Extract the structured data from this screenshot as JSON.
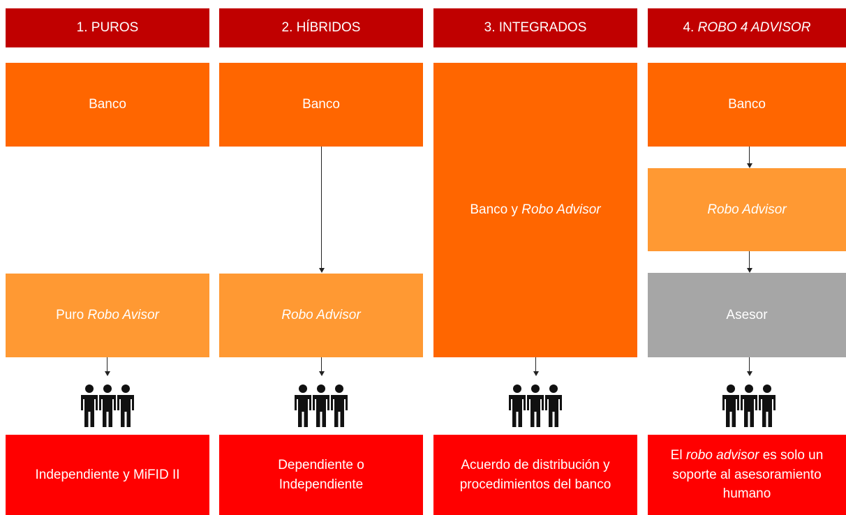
{
  "columns": [
    {
      "header": "1. PUROS",
      "header_italic": "",
      "top": "Banco",
      "middle_prefix": "Puro ",
      "middle_italic": "Robo Avisor",
      "footer_lines": [
        "Independiente y MiFID II"
      ]
    },
    {
      "header": "2. HÍBRIDOS",
      "header_italic": "",
      "top": "Banco",
      "middle_prefix": "",
      "middle_italic": "Robo Advisor",
      "footer_lines": [
        "Dependiente o",
        "Independiente"
      ]
    },
    {
      "header": "3. INTEGRADOS",
      "header_italic": "",
      "big_prefix": "Banco y ",
      "big_italic": "Robo Advisor",
      "footer_lines": [
        "Acuerdo de distribución y",
        "procedimientos del banco"
      ]
    },
    {
      "header": "4. ",
      "header_italic": "ROBO 4 ADVISOR",
      "top": "Banco",
      "middle_prefix": "",
      "middle_italic": "Robo Advisor",
      "advisor": "Asesor",
      "footer_prefix": "El ",
      "footer_italic": "robo advisor",
      "footer_rest": " es solo un",
      "footer_lines": [
        "soporte al asesoramiento",
        "humano"
      ]
    }
  ],
  "icons": [
    "people-icon",
    "arrow-down-icon"
  ],
  "colors": {
    "header": "#c00000",
    "bank": "#ff6600",
    "robo_advisor": "#ff9933",
    "advisor": "#a6a6a6",
    "footer": "#ff0000"
  }
}
